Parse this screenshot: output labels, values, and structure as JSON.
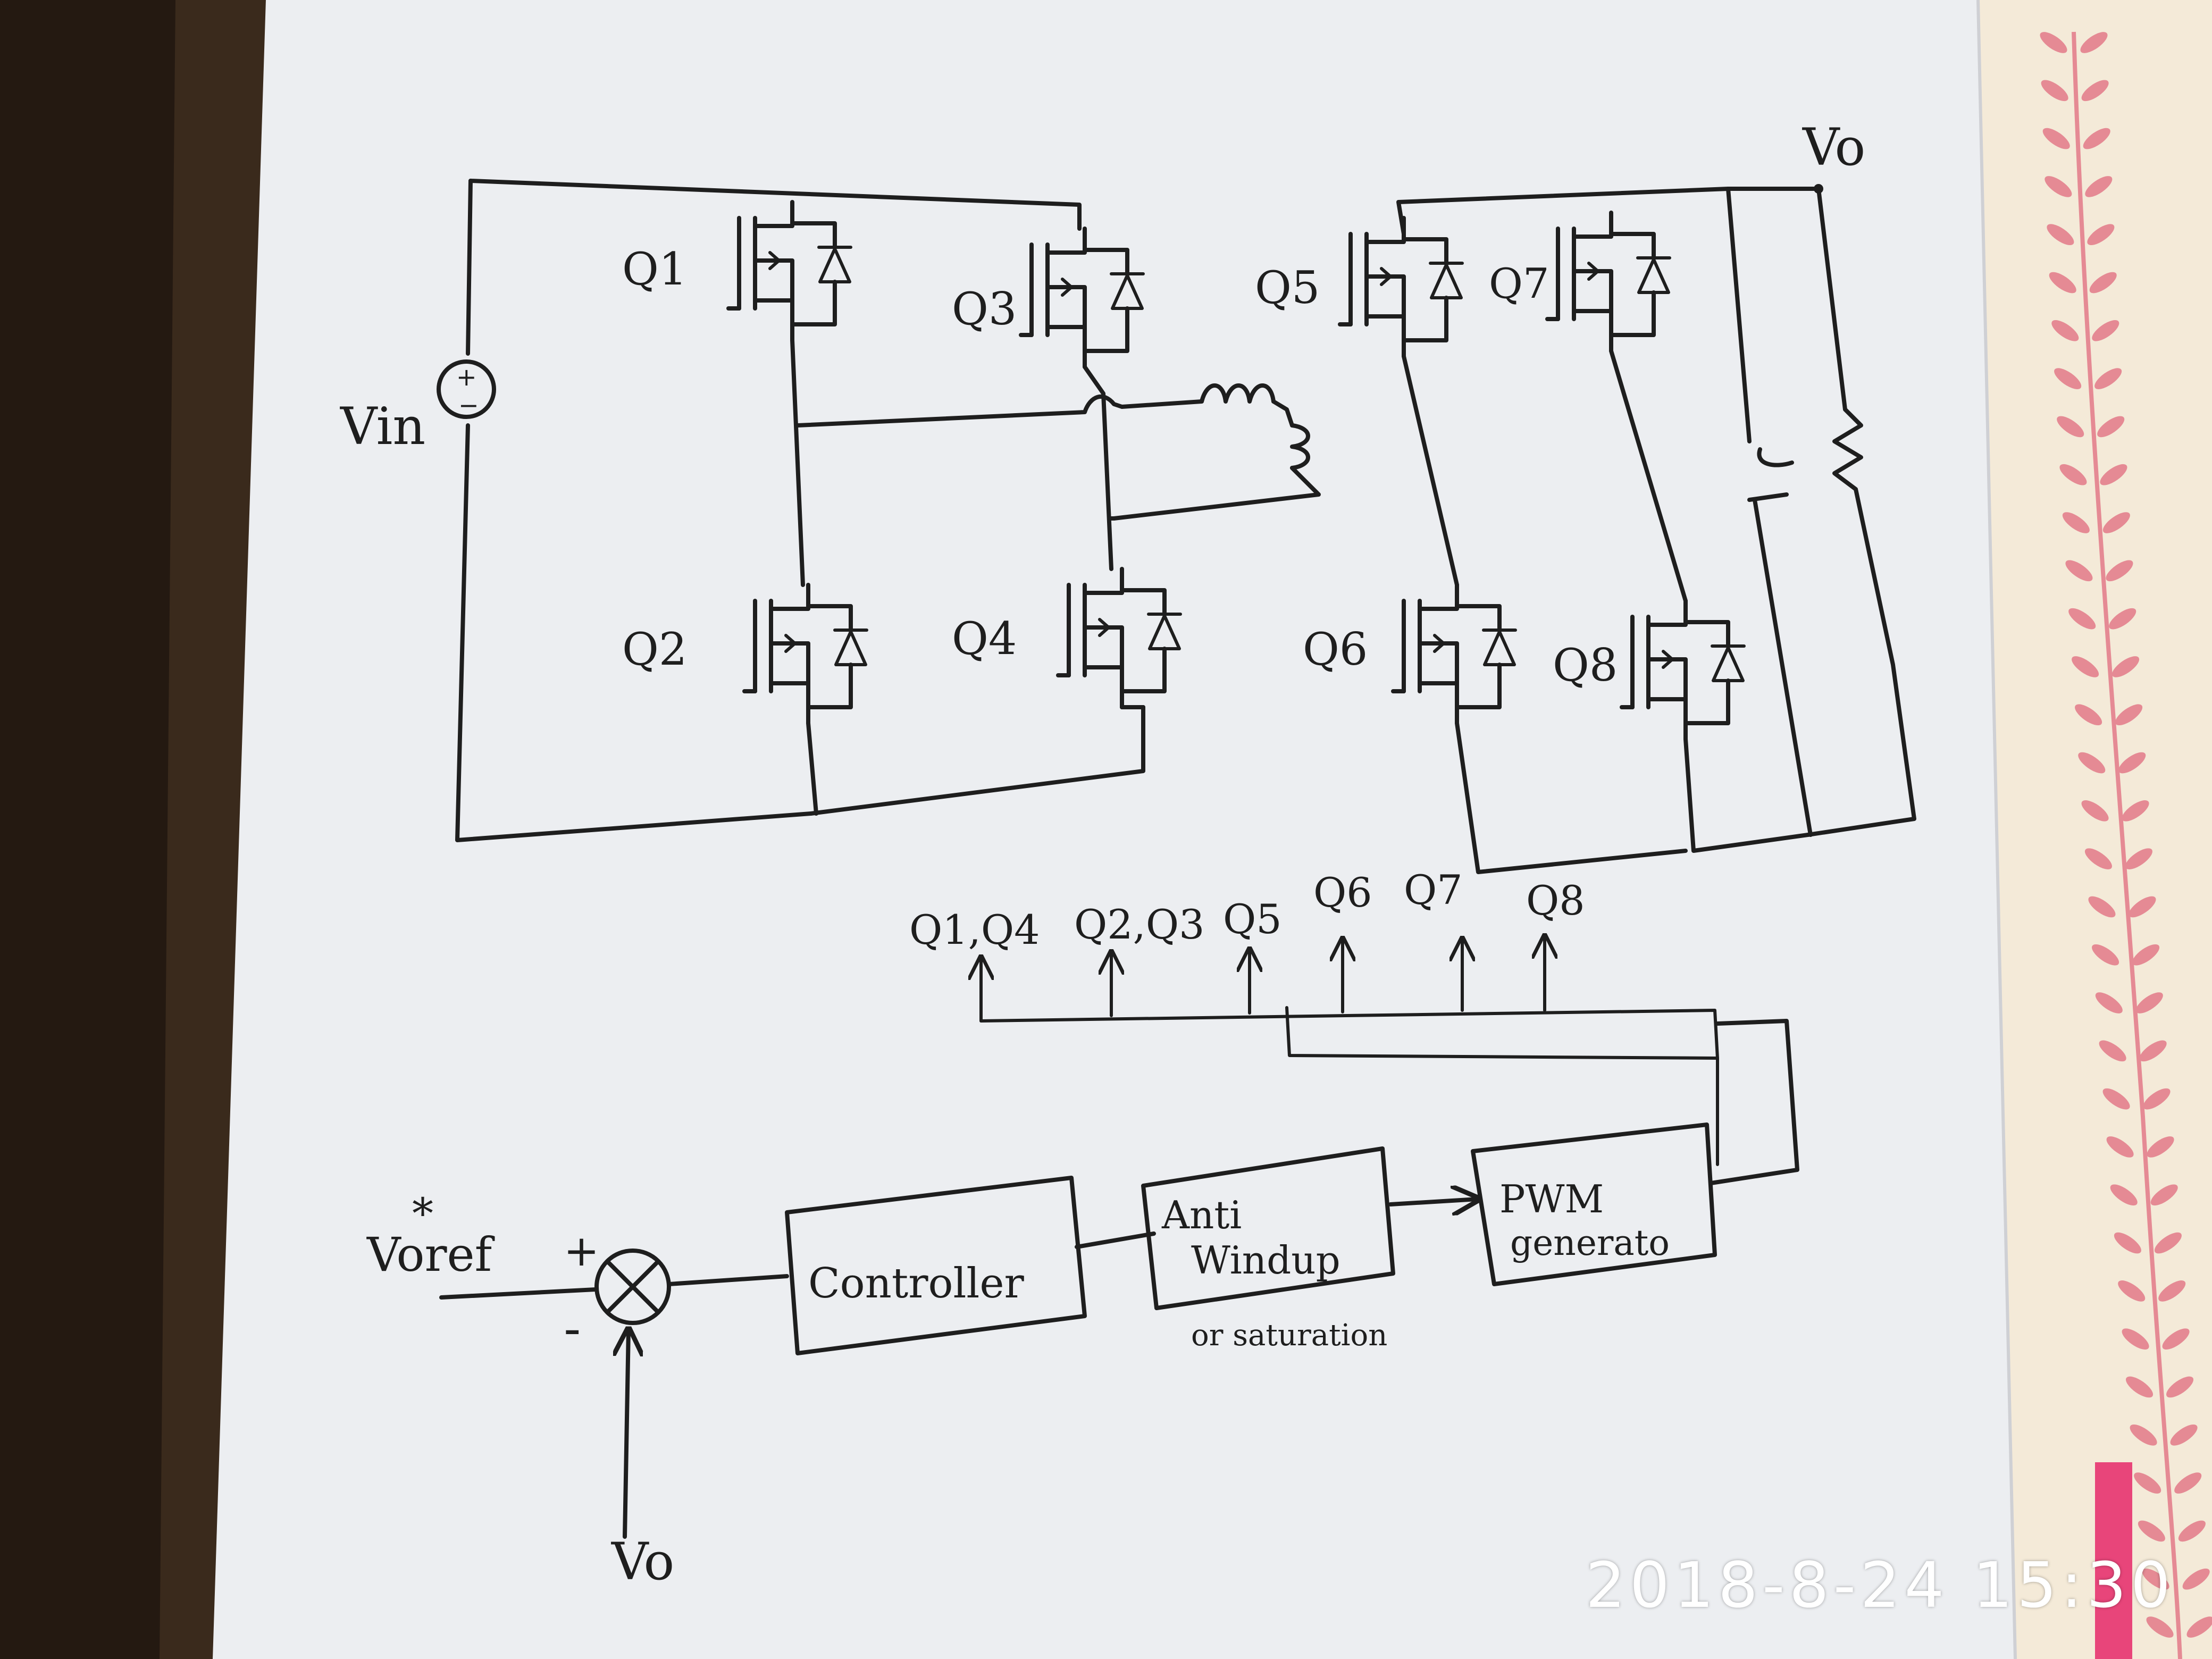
{
  "circuit": {
    "source_label": "Vin",
    "source_plus": "+",
    "source_minus": "−",
    "output_label": "Vo",
    "switches": {
      "q1": "Q1",
      "q2": "Q2",
      "q3": "Q3",
      "q4": "Q4",
      "q5": "Q5",
      "q6": "Q6",
      "q7": "Q7",
      "q8": "Q8"
    }
  },
  "gate_signals": [
    "Q1,Q4",
    "Q2,Q3",
    "Q5",
    "Q6",
    "Q7",
    "Q8"
  ],
  "control": {
    "reference": "Voref",
    "reference_star": "*",
    "plus_sign": "+",
    "minus_sign": "-",
    "feedback": "Vo",
    "controller": "Controller",
    "anti_windup_line1": "Anti",
    "anti_windup_line2": "Windup",
    "saturation_note": "or saturation",
    "pwm_line1": "PWM",
    "pwm_line2": "generato"
  },
  "timestamp": "2018-8-24  15:30",
  "colors": {
    "paper": "#f1f1f3",
    "ink": "#1e1e1e",
    "notebook": "#f4ead8",
    "leaf_pink": "#e58a94",
    "table": "#3a2a1c",
    "tab_pink": "#e8457a"
  }
}
